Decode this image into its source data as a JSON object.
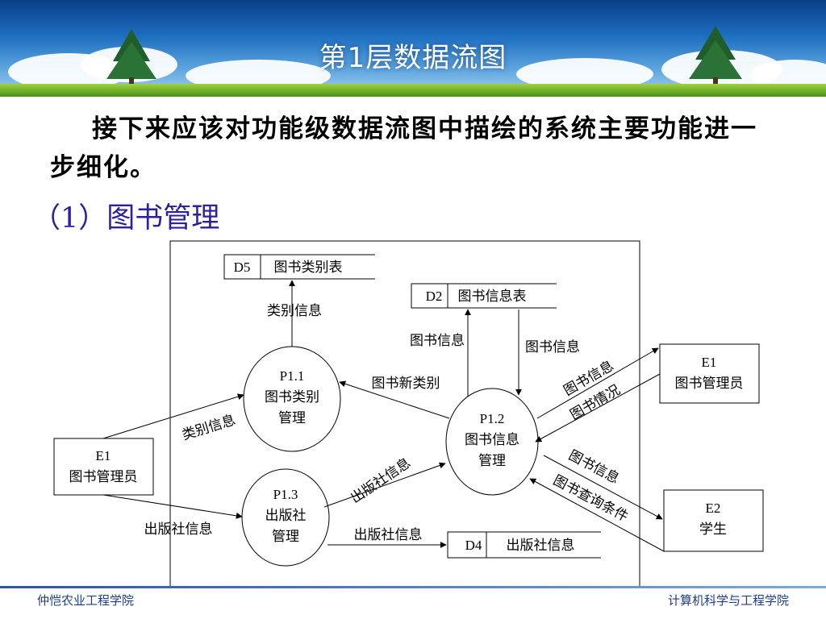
{
  "slide": {
    "title": "第1层数据流图",
    "intro": "接下来应该对功能级数据流图中描绘的系统主要功能进一步细化。",
    "section": "（1）图书管理"
  },
  "diagram": {
    "stores": {
      "d5": {
        "id": "D5",
        "name": "图书类别表"
      },
      "d2": {
        "id": "D2",
        "name": "图书信息表"
      },
      "d4": {
        "id": "D4",
        "name": "出版社信息"
      }
    },
    "processes": {
      "p11": {
        "id": "P1.1",
        "l1": "图书类别",
        "l2": "管理"
      },
      "p12": {
        "id": "P1.2",
        "l1": "图书信息",
        "l2": "管理"
      },
      "p13": {
        "id": "P1.3",
        "l1": "出版社",
        "l2": "管理"
      }
    },
    "entities": {
      "e1_left": {
        "id": "E1",
        "name": "图书管理员"
      },
      "e1_right": {
        "id": "E1",
        "name": "图书管理员"
      },
      "e2": {
        "id": "E2",
        "name": "学生"
      }
    },
    "flows": {
      "p11_to_d5": "类别信息",
      "e1_to_p11": "类别信息",
      "e1_to_p13": "出版社信息",
      "p12_to_p11": "图书新类别",
      "p12_to_d2": "图书信息",
      "d2_to_p12": "图书信息",
      "p12_to_e1": "图书信息",
      "e1_to_p12": "图书情况",
      "p12_to_e2": "图书信息",
      "e2_to_p12": "图书查询条件",
      "p13_to_p12": "出版社信息",
      "p13_to_d4": "出版社信息"
    }
  },
  "footer": {
    "left": "仲恺农业工程学院",
    "right": "计算机科学与工程学院"
  },
  "colors": {
    "banner_top": "#0a3f88",
    "section_text": "#2a20a0",
    "footer_text": "#1c3d8a"
  }
}
